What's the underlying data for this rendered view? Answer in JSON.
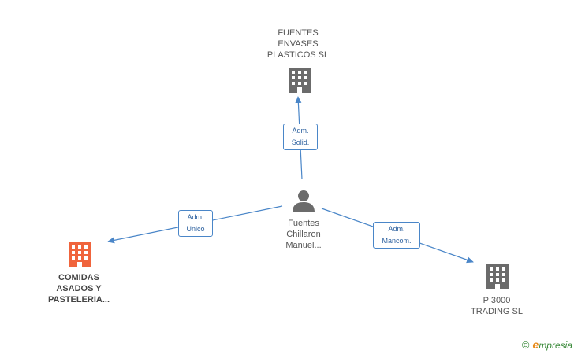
{
  "colors": {
    "edge": "#4a86c8",
    "company": "#6b6b6b",
    "company_highlight": "#f0643c",
    "person": "#6b6b6b"
  },
  "nodes": {
    "top_company": {
      "label": "FUENTES\nENVASES\nPLASTICOS SL",
      "icon": "building-icon"
    },
    "left_company": {
      "label": "COMIDAS\nASADOS Y\nPASTELERIA...",
      "icon": "building-icon"
    },
    "right_company": {
      "label": "P 3000\nTRADING SL",
      "icon": "building-icon"
    },
    "person": {
      "label": "Fuentes\nChillaron\nManuel...",
      "icon": "person-icon"
    }
  },
  "edges": {
    "to_top": {
      "label": "Adm.\nSolid."
    },
    "to_left": {
      "label": "Adm.\nUnico"
    },
    "to_right": {
      "label": "Adm.\nMancom."
    }
  },
  "brand": {
    "copyright": "©",
    "name_initial": "e",
    "name_rest": "mpresia"
  }
}
